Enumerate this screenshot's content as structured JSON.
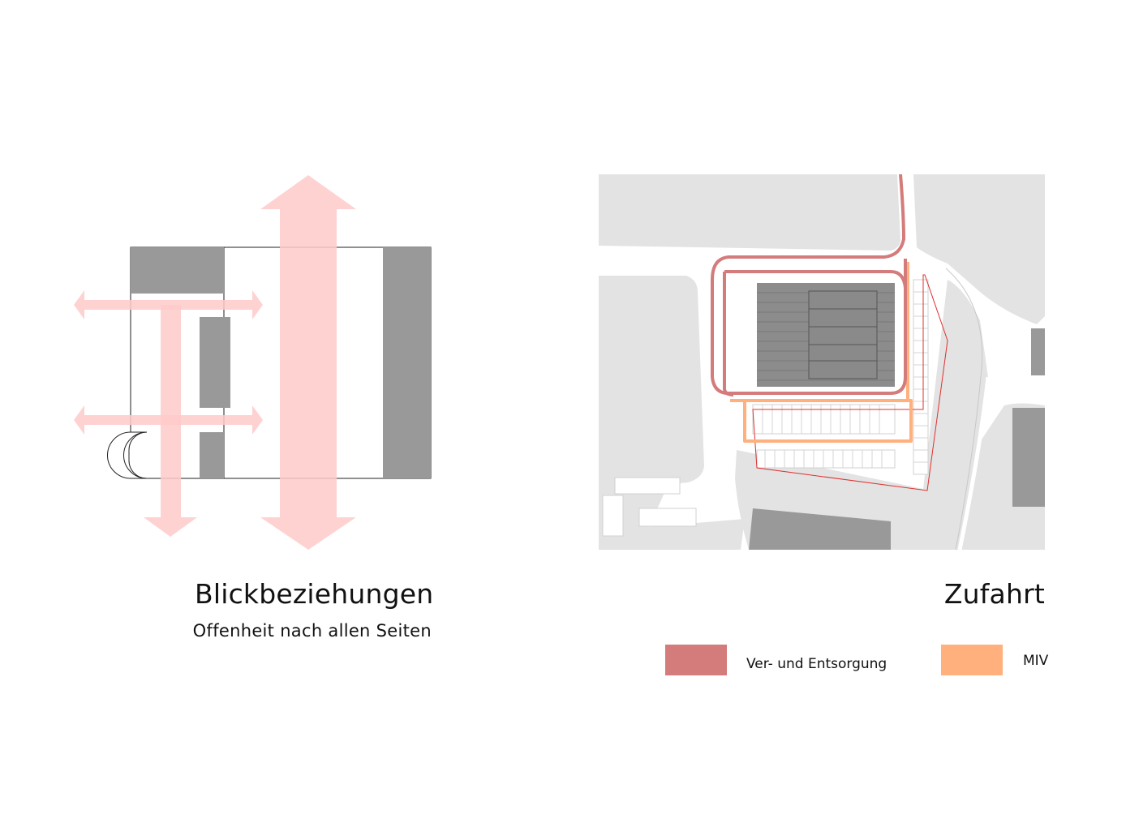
{
  "left_panel": {
    "title": "Blickbeziehungen",
    "subtitle": "Offenheit nach allen Seiten"
  },
  "right_panel": {
    "title": "Zufahrt",
    "legend": [
      {
        "label": "Ver- und Entsorgung",
        "color": "#d47b7b"
      },
      {
        "label": "MIV",
        "color": "#ffb07c"
      }
    ]
  },
  "colors": {
    "arrow_pink": "#ffcaca",
    "building_gray": "#999999",
    "map_background": "#e3e3e3",
    "map_road": "#ffffff",
    "site_outline": "#e03030"
  }
}
